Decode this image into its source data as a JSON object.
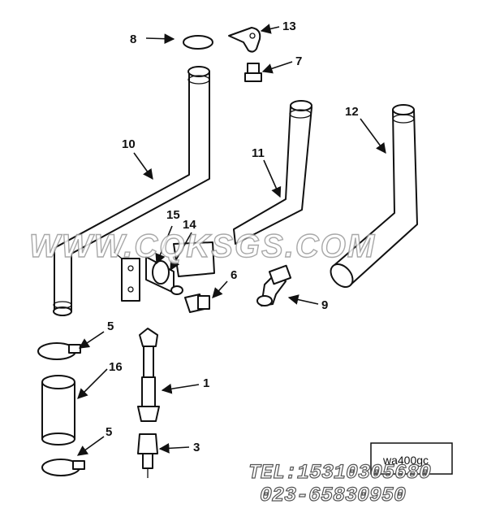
{
  "diagram": {
    "callouts": {
      "c1": "1",
      "c3": "3",
      "c5a": "5",
      "c5b": "5",
      "c6": "6",
      "c7": "7",
      "c8": "8",
      "c9": "9",
      "c10": "10",
      "c11": "11",
      "c12": "12",
      "c13": "13",
      "c14": "14",
      "c15": "15",
      "c16": "16"
    },
    "ref_code": "wa400gc",
    "watermark": "WWW.CQKSGS.COM",
    "contact": {
      "tel": "TEL:15310305680",
      "phone2": "023-65830950"
    }
  }
}
